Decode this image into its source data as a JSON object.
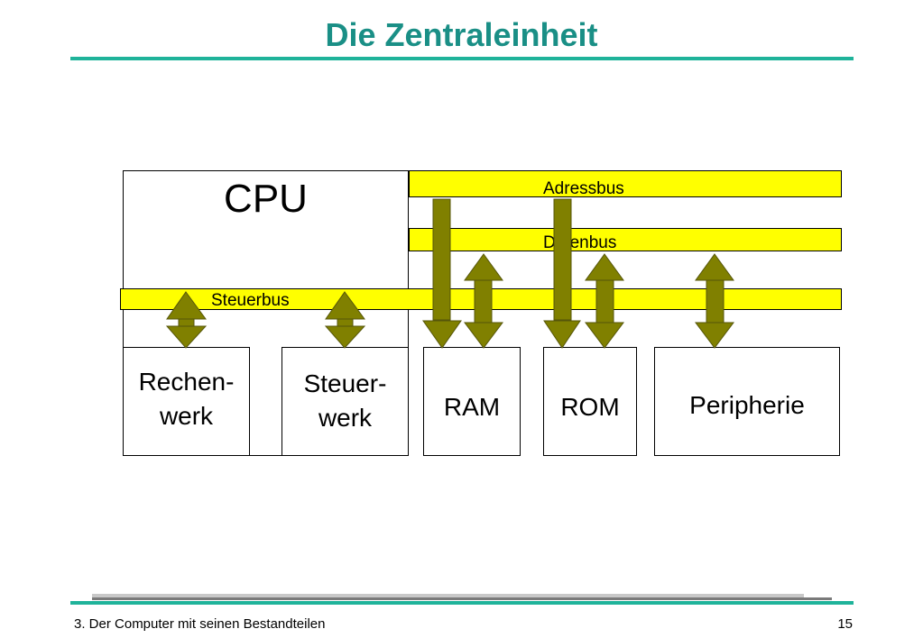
{
  "slide": {
    "title": "Die Zentraleinheit",
    "footer_text": "3. Der Computer mit seinen Bestandteilen",
    "page_number": "15"
  },
  "diagram": {
    "cpu_label": "CPU",
    "buses": {
      "address": "Adressbus",
      "data": "Datenbus",
      "control": "Steuerbus"
    },
    "components": {
      "alu_line1": "Rechen-",
      "alu_line2": "werk",
      "control_unit_line1": "Steuer-",
      "control_unit_line2": "werk",
      "ram": "RAM",
      "rom": "ROM",
      "peripherals": "Peripherie"
    },
    "colors": {
      "bus_fill": "#ffff00",
      "arrow_fill": "#808000",
      "title_color": "#1a8f86",
      "rule_color": "#1fb39a"
    }
  }
}
